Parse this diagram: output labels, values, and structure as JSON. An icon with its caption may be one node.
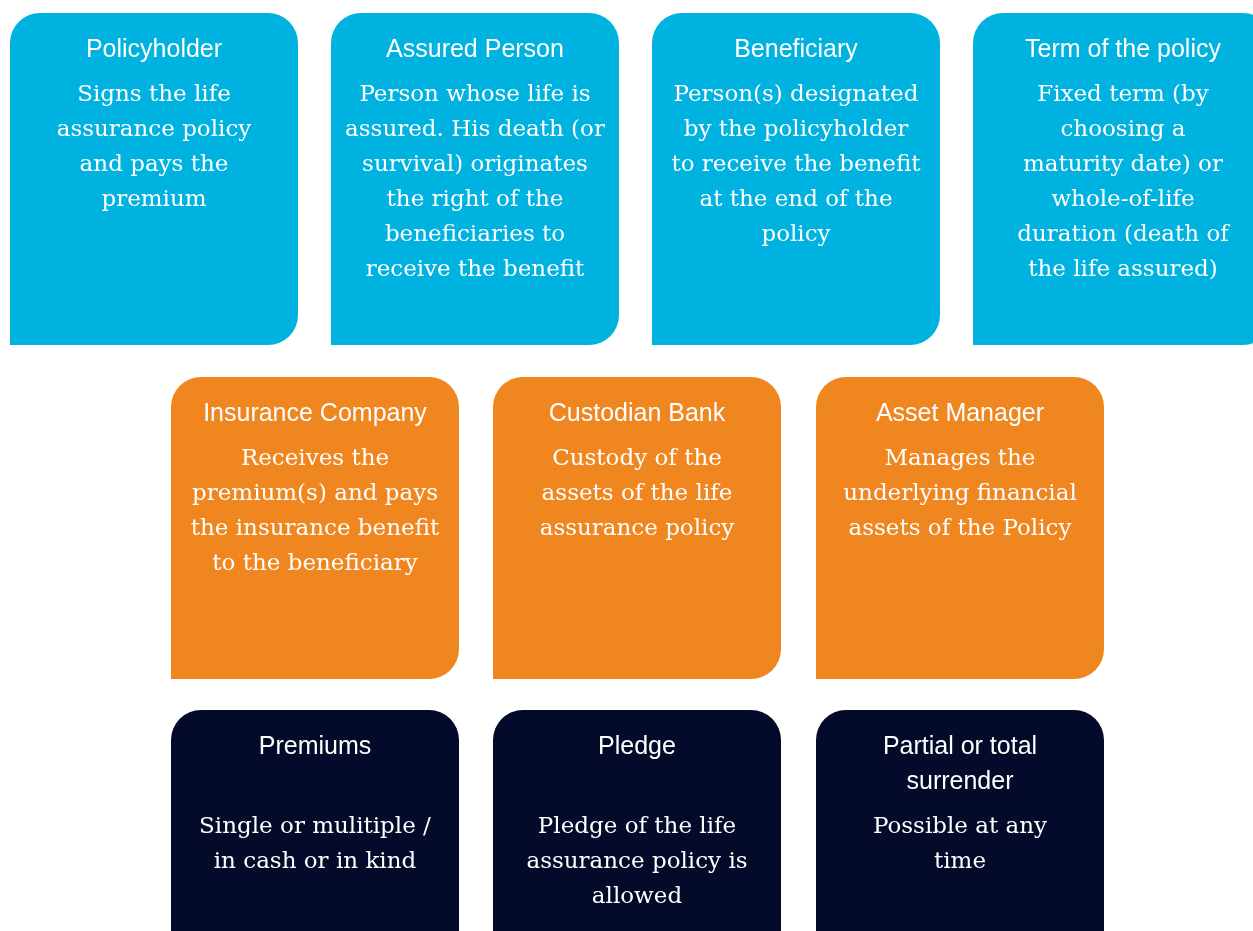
{
  "diagram": {
    "nodes": [
      {
        "text": [
          "Policyholder",
          "Signs the life assurance policy and pays the premium"
        ]
      },
      {
        "text": [
          "Assured Person",
          "Person whose life is assured. His death (or survival) originates the right of the beneficiaries to receive the benefit"
        ]
      },
      {
        "text": [
          "Beneficiary",
          "Person(s) designated by the policyholder to receive the benefit at the end of the policy"
        ]
      },
      {
        "text": [
          "Term of the policy",
          "Fixed term (by choosing a maturity date) or whole-of-life duration (death of the life assured)"
        ]
      },
      {
        "text": [
          "Insurance Company",
          "Receives the premium(s) and pays the insurance benefit to the beneficiary"
        ]
      },
      {
        "text": [
          "Custodian Bank",
          "Custody of the assets of the life assurance policy"
        ]
      },
      {
        "text": [
          "Asset Manager",
          "Manages the underlying financial assets of the Policy"
        ]
      },
      {
        "text": [
          "Premiums",
          "Single or mulitiple / in cash or in kind"
        ]
      },
      {
        "text": [
          "Pledge",
          "Pledge of the life assurance policy is allowed"
        ]
      },
      {
        "text": [
          "Partial or total surrender",
          "Possible at any time"
        ]
      }
    ]
  }
}
